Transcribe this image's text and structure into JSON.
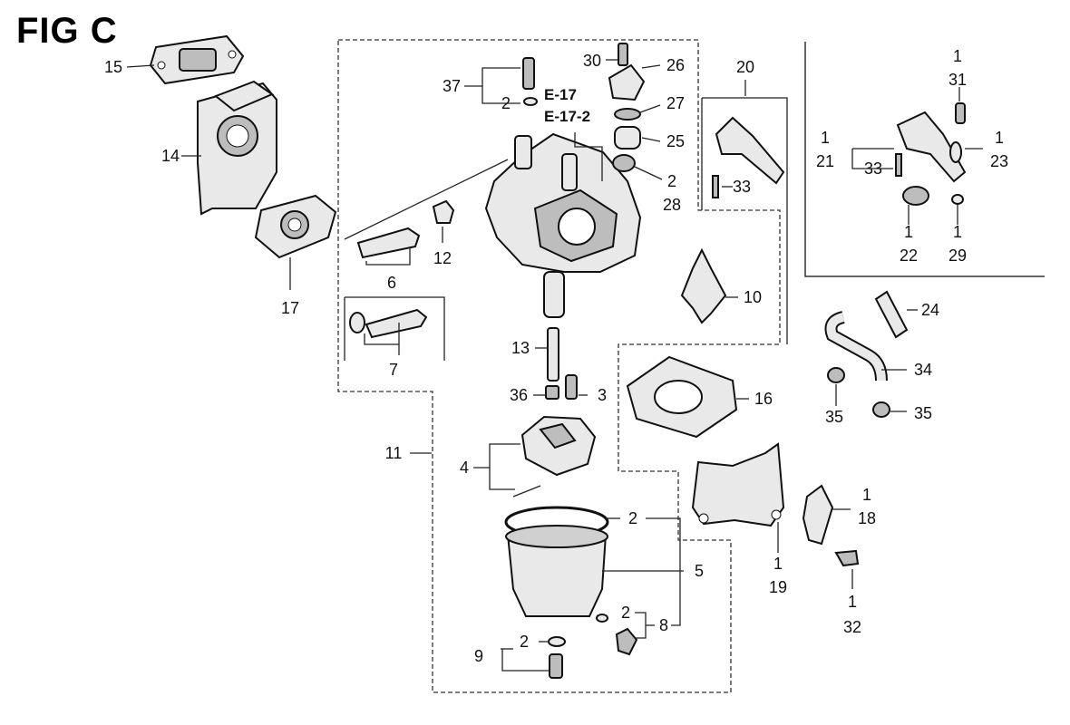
{
  "figure_title": "FIG C",
  "refs": {
    "e17": "E-17",
    "e17_2": "E-17-2"
  },
  "callouts": {
    "c15": "15",
    "c14": "14",
    "c17": "17",
    "c37": "37",
    "c2a": "2",
    "c30": "30",
    "c26": "26",
    "c27": "27",
    "c25": "25",
    "c2b": "2",
    "c28": "28",
    "c12": "12",
    "c6": "6",
    "c7": "7",
    "c20": "20",
    "c33a": "33",
    "c1a": "1",
    "c21": "21",
    "c33b": "33",
    "c1b": "1",
    "c31": "31",
    "c1c": "1",
    "c23": "23",
    "c1d": "1",
    "c22": "22",
    "c1e": "1",
    "c29": "29",
    "c10": "10",
    "c24": "24",
    "c34": "34",
    "c35a": "35",
    "c35b": "35",
    "c13": "13",
    "c36": "36",
    "c3": "3",
    "c16": "16",
    "c11": "11",
    "c4": "4",
    "c2c": "2",
    "c5": "5",
    "c1f": "1",
    "c18": "18",
    "c1g": "1",
    "c19": "19",
    "c2d": "2",
    "c8": "8",
    "c2e": "2",
    "c9": "9",
    "c1h": "1",
    "c32": "32"
  }
}
